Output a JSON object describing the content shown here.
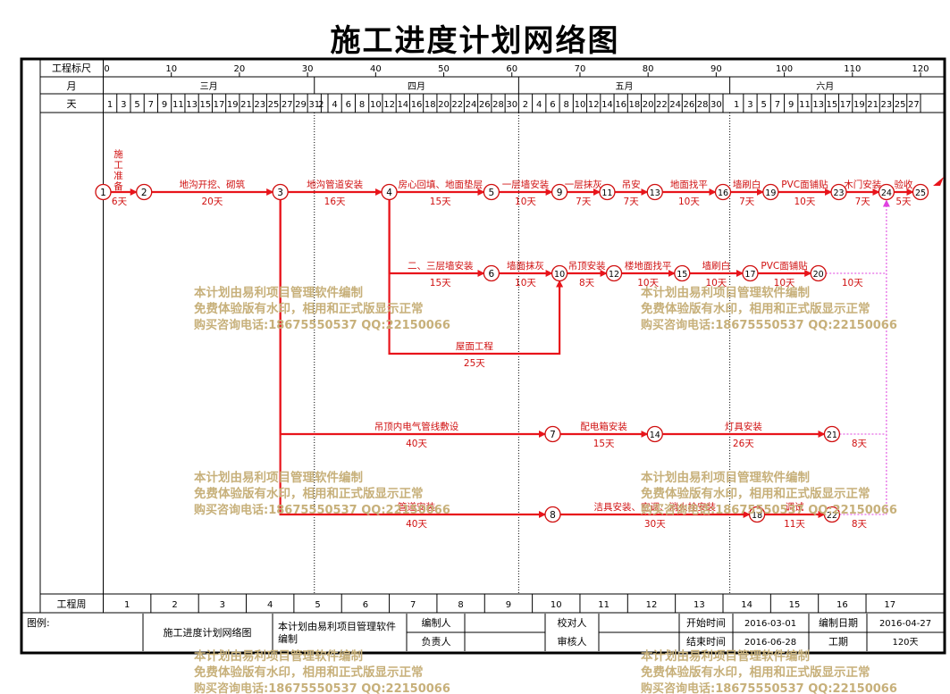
{
  "title": "施工进度计划网络图",
  "header": {
    "scale_label": "工程标尺",
    "month_label": "月",
    "day_label": "天",
    "scale_ticks": [
      "0",
      "10",
      "20",
      "30",
      "40",
      "50",
      "60",
      "70",
      "80",
      "90",
      "100",
      "110",
      "120"
    ],
    "months": [
      "三月",
      "四月",
      "五月",
      "六月"
    ],
    "days": [
      [
        "1",
        "3",
        "5",
        "7",
        "9",
        "11",
        "13",
        "15",
        "17",
        "19",
        "21",
        "23",
        "25",
        "27",
        "29",
        "31"
      ],
      [
        "2",
        "4",
        "6",
        "8",
        "10",
        "12",
        "14",
        "16",
        "18",
        "20",
        "22",
        "24",
        "26",
        "28",
        "30"
      ],
      [
        "2",
        "4",
        "6",
        "8",
        "10",
        "12",
        "14",
        "16",
        "18",
        "20",
        "22",
        "24",
        "26",
        "28",
        "30"
      ],
      [
        "1",
        "3",
        "5",
        "7",
        "9",
        "11",
        "13",
        "15",
        "17",
        "19",
        "21",
        "23",
        "25",
        "27"
      ]
    ]
  },
  "footer_weeks": {
    "label": "工程周",
    "weeks": [
      "1",
      "2",
      "3",
      "4",
      "5",
      "6",
      "7",
      "8",
      "9",
      "10",
      "11",
      "12",
      "13",
      "14",
      "15",
      "16",
      "17"
    ]
  },
  "info_table": {
    "legend_label": "图例:",
    "project_name": "施工进度计划网络图",
    "software_note_line1": "本计划由易利项目管理软件",
    "software_note_line2": "编制",
    "compiler_label": "编制人",
    "owner_label": "负责人",
    "checker_label": "校对人",
    "reviewer_label": "审核人",
    "start_label": "开始时间",
    "start_value": "2016-03-01",
    "end_label": "结束时间",
    "end_value": "2016-06-28",
    "compile_date_label": "编制日期",
    "compile_date_value": "2016-04-27",
    "duration_label": "工期",
    "duration_value": "120天"
  },
  "watermark": {
    "line1": "本计划由易利项目管理软件编制",
    "line2": "免费体验版有水印，相用和正式版显示正常",
    "line3": "购买咨询电话:18675550537 QQ:22150066"
  },
  "network": {
    "nodes": [
      {
        "id": "1",
        "day": 0,
        "row": "r1"
      },
      {
        "id": "2",
        "day": 6,
        "row": "r1"
      },
      {
        "id": "3",
        "day": 26,
        "row": "r1"
      },
      {
        "id": "4",
        "day": 42,
        "row": "r1"
      },
      {
        "id": "5",
        "day": 57,
        "row": "r1"
      },
      {
        "id": "9",
        "day": 67,
        "row": "r1"
      },
      {
        "id": "11",
        "day": 74,
        "row": "r1"
      },
      {
        "id": "13",
        "day": 81,
        "row": "r1"
      },
      {
        "id": "16",
        "day": 91,
        "row": "r1"
      },
      {
        "id": "19",
        "day": 98,
        "row": "r1"
      },
      {
        "id": "23",
        "day": 108,
        "row": "r1"
      },
      {
        "id": "24",
        "day": 115,
        "row": "r1"
      },
      {
        "id": "25",
        "day": 120,
        "row": "r1"
      },
      {
        "id": "6",
        "day": 57,
        "row": "r2"
      },
      {
        "id": "10",
        "day": 67,
        "row": "r2"
      },
      {
        "id": "12",
        "day": 75,
        "row": "r2"
      },
      {
        "id": "15",
        "day": 85,
        "row": "r2"
      },
      {
        "id": "17",
        "day": 95,
        "row": "r2"
      },
      {
        "id": "20",
        "day": 105,
        "row": "r2"
      },
      {
        "id": "7",
        "day": 66,
        "row": "r4"
      },
      {
        "id": "14",
        "day": 81,
        "row": "r4"
      },
      {
        "id": "21",
        "day": 107,
        "row": "r4"
      },
      {
        "id": "8",
        "day": 66,
        "row": "r5"
      },
      {
        "id": "18",
        "day": 96,
        "row": "r5"
      },
      {
        "id": "22",
        "day": 107,
        "row": "r5"
      }
    ],
    "activities": [
      {
        "from": "2",
        "to": "3",
        "name": "地沟开挖、砌筑",
        "duration": "20天"
      },
      {
        "from": "3",
        "to": "4",
        "name": "地沟管道安装",
        "duration": "16天"
      },
      {
        "from": "4",
        "to": "5",
        "name": "房心回填、地面垫层",
        "duration": "15天"
      },
      {
        "from": "5",
        "to": "9",
        "name": "一层墙安装",
        "duration": "10天"
      },
      {
        "from": "9",
        "to": "11",
        "name": "一层抹灰",
        "duration": "7天"
      },
      {
        "from": "11",
        "to": "13",
        "name": "吊安",
        "duration": "7天"
      },
      {
        "from": "13",
        "to": "16",
        "name": "地面找平",
        "duration": "10天"
      },
      {
        "from": "16",
        "to": "19",
        "name": "墙刷白",
        "duration": "7天"
      },
      {
        "from": "19",
        "to": "23",
        "name": "PVC面铺贴",
        "duration": "10天"
      },
      {
        "from": "23",
        "to": "24",
        "name": "木门安装",
        "duration": "7天"
      },
      {
        "from": "24",
        "to": "25",
        "name": "验收",
        "duration": "5天"
      },
      {
        "from": "6",
        "to": "10",
        "name": "墙面抹灰",
        "duration": "10天"
      },
      {
        "from": "10",
        "to": "12",
        "name": "吊顶安装",
        "duration": "8天"
      },
      {
        "from": "12",
        "to": "15",
        "name": "楼地面找平",
        "duration": "10天"
      },
      {
        "from": "15",
        "to": "17",
        "name": "墙刷白",
        "duration": "10天"
      },
      {
        "from": "17",
        "to": "20",
        "name": "PVC面铺贴",
        "duration": "10天"
      },
      {
        "from": "7",
        "to": "14",
        "name": "配电箱安装",
        "duration": "15天"
      },
      {
        "from": "14",
        "to": "21",
        "name": "灯具安装",
        "duration": "26天"
      },
      {
        "from": "8",
        "to": "18",
        "name": "洁具安装、空调、消火栓安装",
        "duration": "30天"
      },
      {
        "from": "18",
        "to": "22",
        "name": "调试",
        "duration": "11天"
      }
    ],
    "first_activity": {
      "name_chars": [
        "施",
        "工",
        "准",
        "备"
      ],
      "duration": "6天"
    },
    "branch_r2": {
      "from": "4",
      "to": "6",
      "name": "二、三层墙安装",
      "duration": "15天"
    },
    "branch_r3": {
      "from": "4",
      "to": "10",
      "name": "屋面工程",
      "duration": "25天"
    },
    "branch_r4": {
      "from": "3",
      "to": "7",
      "name": "吊顶内电气管线敷设",
      "duration": "40天"
    },
    "branch_r5": {
      "from": "3",
      "to": "8",
      "name": "管道安装",
      "duration": "40天"
    },
    "free_floats": [
      {
        "from": "20",
        "duration": "10天"
      },
      {
        "from": "21",
        "duration": "8天"
      },
      {
        "from": "22",
        "duration": "8天"
      }
    ],
    "colors": {
      "main": "#e8141b",
      "float": "#e040e0",
      "text": "#d01010",
      "watermark": "#c7b07a"
    }
  }
}
